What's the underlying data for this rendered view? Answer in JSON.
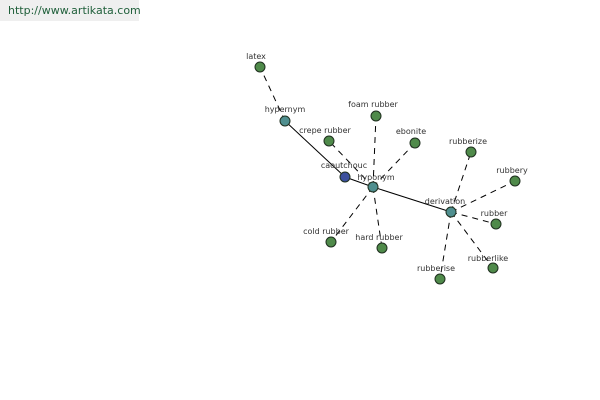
{
  "banner": {
    "url": "http://www.artikata.com"
  },
  "colors": {
    "leaf": "#4f8a4a",
    "hub": "#4f8f8f",
    "root": "#3b4f9c"
  },
  "graph": {
    "nodes": [
      {
        "id": "caoutchouc",
        "label": "caoutchouc",
        "kind": "root"
      },
      {
        "id": "hypernym_top",
        "label": "hypernym",
        "kind": "hub"
      },
      {
        "id": "hyponym",
        "label": "hyponym",
        "kind": "hub"
      },
      {
        "id": "derivation",
        "label": "derivation",
        "kind": "hub"
      },
      {
        "id": "latex",
        "label": "latex",
        "kind": "leaf"
      },
      {
        "id": "crepe_rubber",
        "label": "crepe rubber",
        "kind": "leaf"
      },
      {
        "id": "foam_rubber",
        "label": "foam rubber",
        "kind": "leaf"
      },
      {
        "id": "ebonite",
        "label": "ebonite",
        "kind": "leaf"
      },
      {
        "id": "cold_rubber",
        "label": "cold rubber",
        "kind": "leaf"
      },
      {
        "id": "hard_rubber",
        "label": "hard rubber",
        "kind": "leaf"
      },
      {
        "id": "rubberize",
        "label": "rubberize",
        "kind": "leaf"
      },
      {
        "id": "rubbery",
        "label": "rubbery",
        "kind": "leaf"
      },
      {
        "id": "rubber",
        "label": "rubber",
        "kind": "leaf"
      },
      {
        "id": "rubberlike",
        "label": "rubberlike",
        "kind": "leaf"
      },
      {
        "id": "rubberise",
        "label": "rubberise",
        "kind": "leaf"
      }
    ],
    "edges": [
      {
        "from": "caoutchouc",
        "to": "hypernym_top",
        "style": "solid"
      },
      {
        "from": "caoutchouc",
        "to": "hyponym",
        "style": "solid"
      },
      {
        "from": "hyponym",
        "to": "derivation",
        "style": "solid"
      },
      {
        "from": "hypernym_top",
        "to": "latex",
        "style": "dashed"
      },
      {
        "from": "hyponym",
        "to": "crepe_rubber",
        "style": "dashed"
      },
      {
        "from": "hyponym",
        "to": "foam_rubber",
        "style": "dashed"
      },
      {
        "from": "hyponym",
        "to": "ebonite",
        "style": "dashed"
      },
      {
        "from": "hyponym",
        "to": "cold_rubber",
        "style": "dashed"
      },
      {
        "from": "hyponym",
        "to": "hard_rubber",
        "style": "dashed"
      },
      {
        "from": "derivation",
        "to": "rubberize",
        "style": "dashed"
      },
      {
        "from": "derivation",
        "to": "rubbery",
        "style": "dashed"
      },
      {
        "from": "derivation",
        "to": "rubber",
        "style": "dashed"
      },
      {
        "from": "derivation",
        "to": "rubberlike",
        "style": "dashed"
      },
      {
        "from": "derivation",
        "to": "rubberise",
        "style": "dashed"
      }
    ]
  }
}
